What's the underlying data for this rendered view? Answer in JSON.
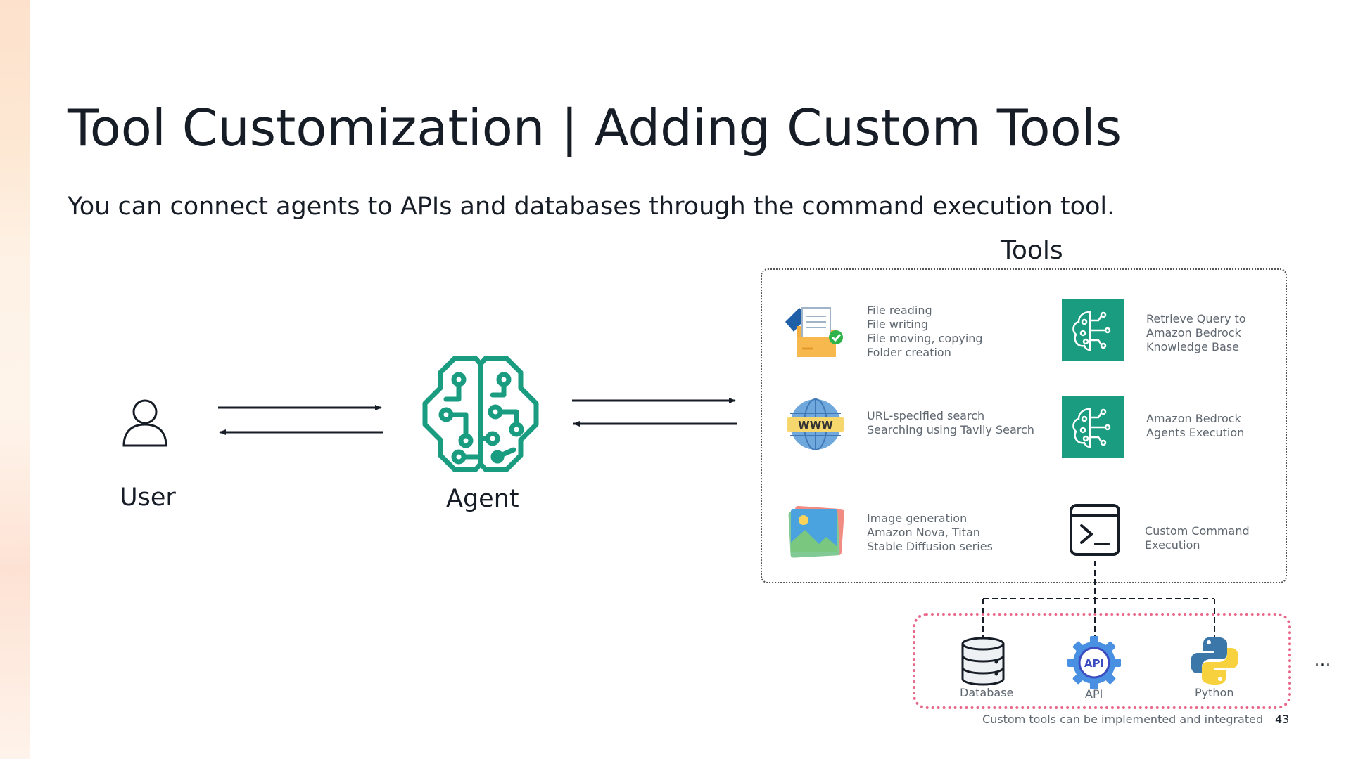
{
  "slide": {
    "title": "Tool Customization | Adding Custom Tools",
    "subtitle": "You can connect agents to APIs and databases through the command execution tool.",
    "page_number": "43"
  },
  "diagram": {
    "user_label": "User",
    "agent_label": "Agent",
    "tools_title": "Tools",
    "tools": [
      {
        "icon": "folder-file-icon",
        "lines": [
          "File reading",
          "File writing",
          "File moving, copying",
          "Folder creation"
        ]
      },
      {
        "icon": "bedrock-brain-icon",
        "lines": [
          "Retrieve Query to",
          "Amazon Bedrock",
          "Knowledge Base"
        ]
      },
      {
        "icon": "www-globe-icon",
        "lines": [
          "URL-specified search",
          "Searching using Tavily Search"
        ]
      },
      {
        "icon": "bedrock-brain-icon",
        "lines": [
          "Amazon Bedrock",
          "Agents Execution"
        ]
      },
      {
        "icon": "image-gallery-icon",
        "lines": [
          "Image generation",
          "Amazon Nova, Titan",
          "Stable Diffusion series"
        ]
      },
      {
        "icon": "terminal-icon",
        "lines": [
          "Custom Command",
          "Execution"
        ]
      }
    ],
    "custom_tools": [
      {
        "icon": "database-icon",
        "label": "Database"
      },
      {
        "icon": "api-gear-icon",
        "label": "API"
      },
      {
        "icon": "python-icon",
        "label": "Python"
      }
    ],
    "more_indicator": "...",
    "custom_caption": "Custom tools can be implemented and integrated"
  },
  "colors": {
    "teal": "#1a9c80",
    "custom_border": "#e8688a",
    "text": "#161d26",
    "muted_text": "#5f6770"
  }
}
